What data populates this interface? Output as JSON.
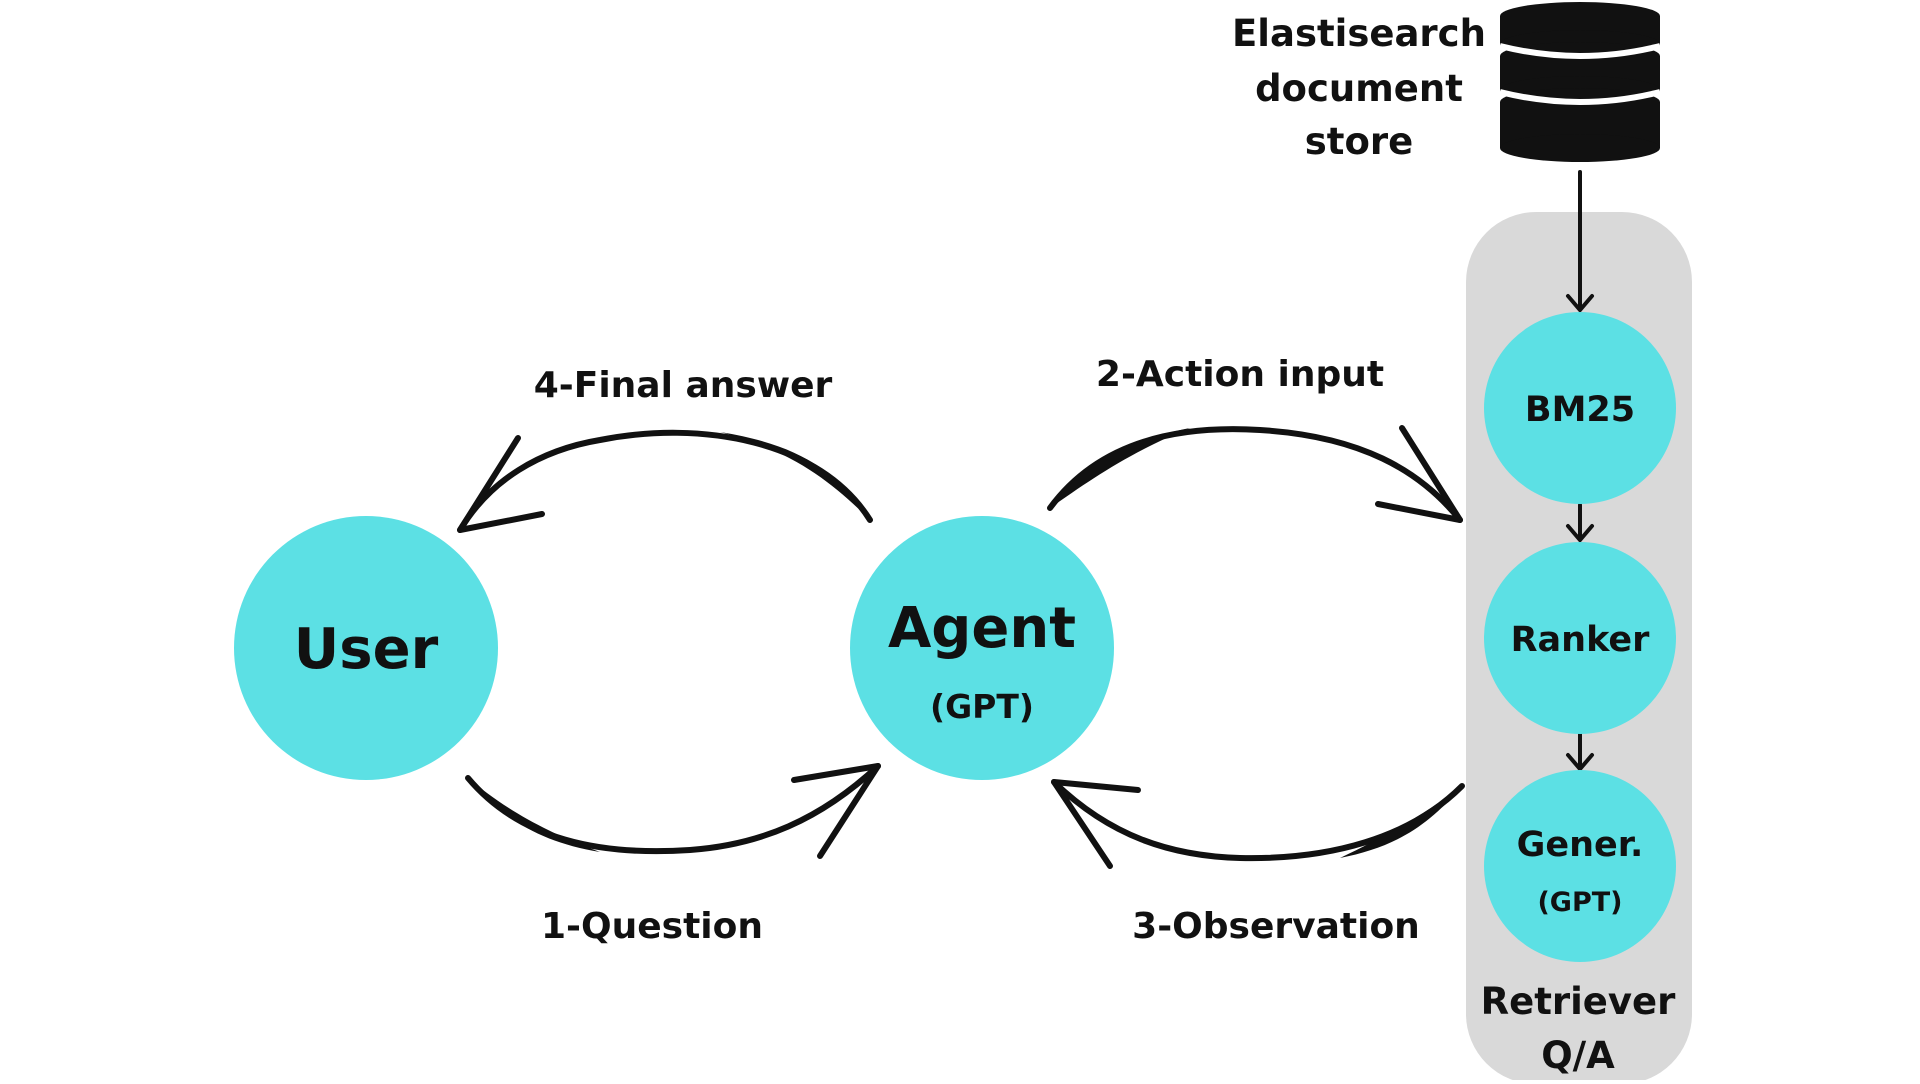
{
  "colors": {
    "node_fill": "#5ce0e4",
    "panel_fill": "#d9d9d9",
    "ink": "#111111",
    "background": "#ffffff"
  },
  "nodes": {
    "user": {
      "label": "User"
    },
    "agent": {
      "label": "Agent",
      "sublabel": "(GPT)"
    },
    "bm25": {
      "label": "BM25"
    },
    "ranker": {
      "label": "Ranker"
    },
    "generator": {
      "label": "Gener.",
      "sublabel": "(GPT)"
    }
  },
  "datastore": {
    "icon": "database-icon",
    "label_lines": [
      "Elastisearch",
      "document",
      "store"
    ]
  },
  "retriever_panel": {
    "label_lines": [
      "Retriever",
      "Q/A"
    ]
  },
  "edges": {
    "final_answer": "4-Final answer",
    "action_input": "2-Action input",
    "question": "1-Question",
    "observation": "3-Observation"
  }
}
